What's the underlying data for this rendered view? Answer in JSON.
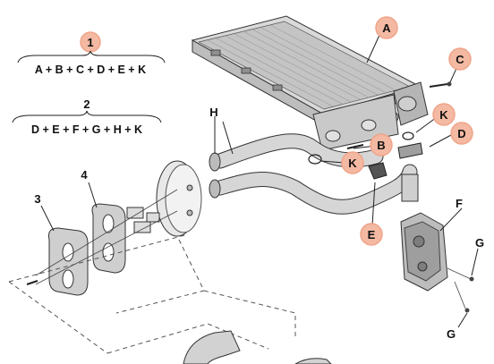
{
  "formulas": [
    {
      "number": "1",
      "text": "A + B + C + D + E + K"
    },
    {
      "number": "2",
      "text": "D + E + F + G + H + K"
    }
  ],
  "callouts": [
    "A",
    "B",
    "C",
    "D",
    "E",
    "K",
    "K"
  ],
  "plain_labels": [
    "H",
    "F",
    "G",
    "G",
    "3",
    "4"
  ],
  "colors": {
    "callout_fill": "#f4b9a2",
    "line": "#222222"
  }
}
